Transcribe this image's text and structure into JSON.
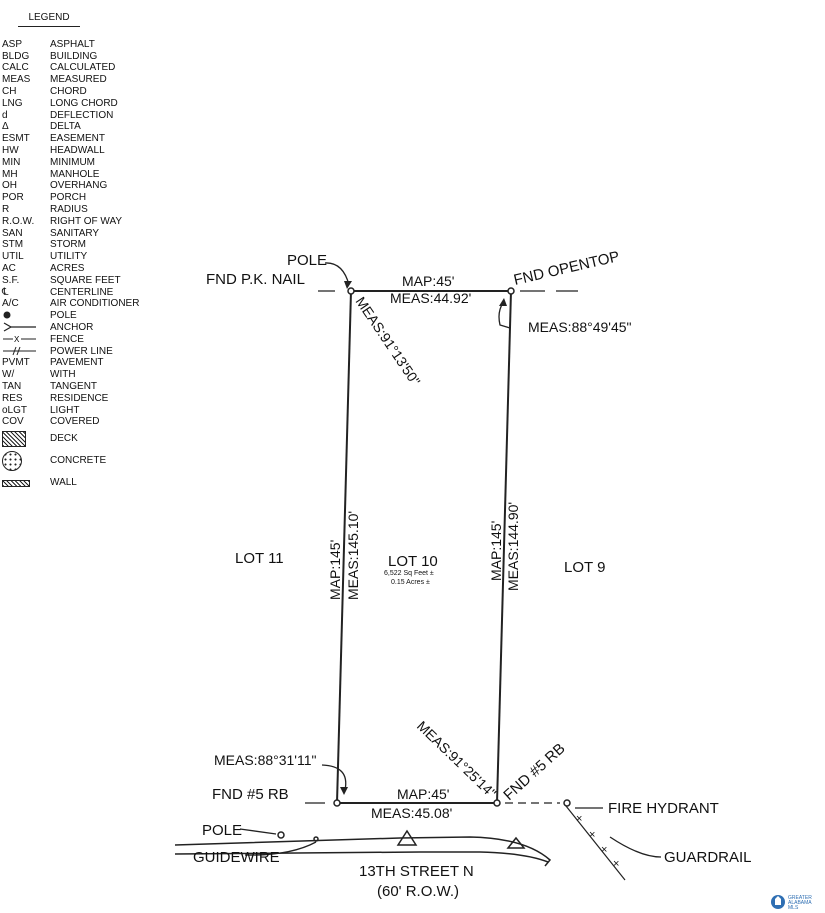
{
  "legend": {
    "title": "LEGEND",
    "items": [
      {
        "abbr": "ASP",
        "meaning": "ASPHALT"
      },
      {
        "abbr": "BLDG",
        "meaning": "BUILDING"
      },
      {
        "abbr": "CALC",
        "meaning": "CALCULATED"
      },
      {
        "abbr": "MEAS",
        "meaning": "MEASURED"
      },
      {
        "abbr": "CH",
        "meaning": "CHORD"
      },
      {
        "abbr": "LNG",
        "meaning": "LONG CHORD"
      },
      {
        "abbr": "d",
        "meaning": "DEFLECTION"
      },
      {
        "abbr": "Δ",
        "meaning": "DELTA"
      },
      {
        "abbr": "ESMT",
        "meaning": "EASEMENT"
      },
      {
        "abbr": "HW",
        "meaning": "HEADWALL"
      },
      {
        "abbr": "MIN",
        "meaning": "MINIMUM"
      },
      {
        "abbr": "MH",
        "meaning": "MANHOLE"
      },
      {
        "abbr": "OH",
        "meaning": "OVERHANG"
      },
      {
        "abbr": "POR",
        "meaning": "PORCH"
      },
      {
        "abbr": "R",
        "meaning": "RADIUS"
      },
      {
        "abbr": "R.O.W.",
        "meaning": "RIGHT OF WAY"
      },
      {
        "abbr": "SAN",
        "meaning": "SANITARY"
      },
      {
        "abbr": "STM",
        "meaning": "STORM"
      },
      {
        "abbr": "UTIL",
        "meaning": "UTILITY"
      },
      {
        "abbr": "AC",
        "meaning": "ACRES"
      },
      {
        "abbr": "S.F.",
        "meaning": "SQUARE FEET"
      },
      {
        "abbr": "℄",
        "meaning": "CENTERLINE"
      },
      {
        "abbr": "A/C",
        "meaning": "AIR CONDITIONER"
      }
    ],
    "symbols": [
      {
        "icon": "pole-dot-icon",
        "meaning": "POLE"
      },
      {
        "icon": "anchor-icon",
        "meaning": "ANCHOR"
      },
      {
        "icon": "fence-line-icon",
        "meaning": "FENCE"
      },
      {
        "icon": "power-line-icon",
        "meaning": "POWER LINE"
      }
    ],
    "items2": [
      {
        "abbr": "PVMT",
        "meaning": "PAVEMENT"
      },
      {
        "abbr": "W/",
        "meaning": "WITH"
      },
      {
        "abbr": "TAN",
        "meaning": "TANGENT"
      },
      {
        "abbr": "RES",
        "meaning": "RESIDENCE"
      },
      {
        "abbr": "oLGT",
        "meaning": "LIGHT"
      },
      {
        "abbr": "COV",
        "meaning": "COVERED"
      }
    ],
    "swatches": [
      {
        "icon": "deck-hatch-icon",
        "meaning": "DECK"
      },
      {
        "icon": "concrete-icon",
        "meaning": "CONCRETE"
      },
      {
        "icon": "wall-hatch-icon",
        "meaning": "WALL"
      }
    ]
  },
  "plat": {
    "top_map": "MAP:45'",
    "top_meas": "MEAS:44.92'",
    "bottom_map": "MAP:45'",
    "bottom_meas": "MEAS:45.08'",
    "left_map": "MAP:145'",
    "left_meas": "MEAS:145.10'",
    "right_map": "MAP:145'",
    "right_meas": "MEAS:144.90'",
    "angle_tl": "MEAS:91°13'50\"",
    "angle_tr": "MEAS:88°49'45\"",
    "angle_bl": "MEAS:88°31'11\"",
    "angle_br": "MEAS:91°25'14\"",
    "pole_top": "POLE",
    "fnd_pk_nail": "FND P.K. NAIL",
    "fnd_opentop": "FND OPENTOP",
    "fnd_rb_left": "FND #5 RB",
    "fnd_rb_right": "FND #5 RB",
    "fire_hydrant": "FIRE HYDRANT",
    "guardrail": "GUARDRAIL",
    "pole_bottom": "POLE",
    "guidewire": "GUIDEWIRE",
    "lot_11": "LOT 11",
    "lot_10": "LOT 10",
    "lot_10_sqft": "6,522 Sq Feet ±",
    "lot_10_acres": "0.15 Acres ±",
    "lot_9": "LOT 9",
    "street": "13TH STREET N",
    "row": "(60' R.O.W.)"
  },
  "watermark": {
    "line1": "GREATER",
    "line2": "ALABAMA",
    "line3": "MLS"
  }
}
